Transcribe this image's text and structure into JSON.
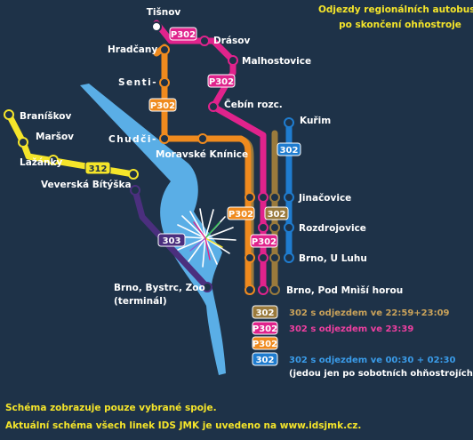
{
  "header": {
    "line1": "Odjezdy regionálních autobusů",
    "line2": "po skončení ohňostroje"
  },
  "stations": {
    "tisnov": "Tišnov",
    "drasov": "Drásov",
    "hradcany": "Hradčany",
    "malhostovice": "Malhostovice",
    "senti": "Senti-",
    "cebin": "Čebín rozc.",
    "kurim": "Kuřim",
    "chudci": "Chudči-",
    "moravske_kninice": "Moravské Knínice",
    "braniskov": "Braníškov",
    "marsov": "Maršov",
    "lazanky": "Lažánky",
    "veverska_bityska": "Veverská Bítýška",
    "jinacovice": "Jinačovice",
    "rozdrojovice": "Rozdrojovice",
    "brno_u_luhu": "Brno, U Luhu",
    "brno_pod_mnisi_horou": "Brno, Pod Mnìší horou",
    "brno_bystrc_1": "Brno, Bystrc, Zoo",
    "brno_bystrc_2": "(terminál)"
  },
  "badges": {
    "p302": "P302",
    "n302": "302",
    "n312": "312",
    "n303": "303"
  },
  "legend": [
    {
      "badge": "302",
      "text": "302 s odjezdem ve 22:59+23:09",
      "color": "#9a7a3c"
    },
    {
      "badge": "P302",
      "text": "302 s odjezdem ve 23:39",
      "color": "#e0238c"
    },
    {
      "badge": "P302",
      "text": "",
      "color": "#ef8a1e"
    },
    {
      "badge": "302",
      "text": "302 s odjezdem ve 00:30 + 02:30",
      "text2": "(jedou jen po sobotních ohňostrojích)",
      "color": "#1f7ccf"
    }
  ],
  "footer": {
    "line1": "Schéma zobrazuje pouze vybrané spoje.",
    "line2": "Aktuální schéma všech linek  IDS JMK je uvedeno na www.idsjmk.cz."
  },
  "colors": {
    "background": "#1e3248",
    "orange": "#ef8a1e",
    "magenta": "#e0238c",
    "brown": "#9a7a3c",
    "blue": "#1f7ccf",
    "yellow": "#f5e52a",
    "purple": "#4b2f7e",
    "water": "#5aaee6"
  }
}
